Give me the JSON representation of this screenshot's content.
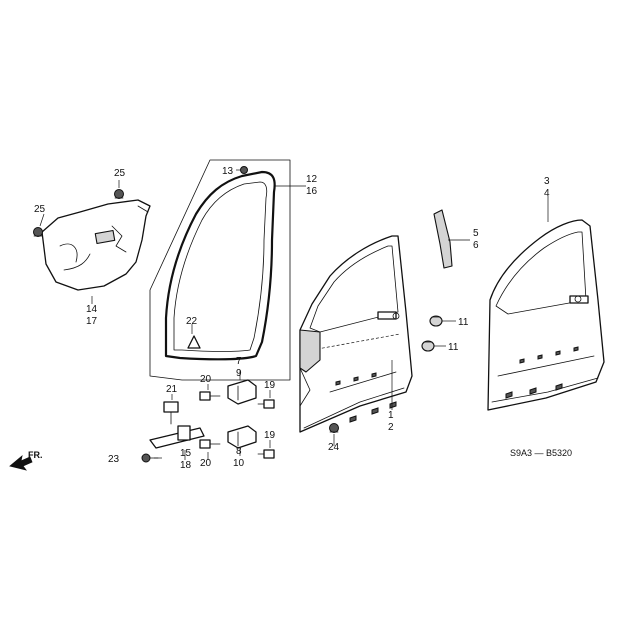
{
  "diagram": {
    "callouts": {
      "c1": "1",
      "c2": "2",
      "c3": "3",
      "c4": "4",
      "c5": "5",
      "c6": "6",
      "c7": "7",
      "c8": "8",
      "c9": "9",
      "c10": "10",
      "c11a": "11",
      "c11b": "11",
      "c12": "12",
      "c13": "13",
      "c14": "14",
      "c15": "15",
      "c16": "16",
      "c17": "17",
      "c18": "18",
      "c19a": "19",
      "c19b": "19",
      "c20a": "20",
      "c20b": "20",
      "c21": "21",
      "c22": "22",
      "c23": "23",
      "c24": "24",
      "c25a": "25",
      "c25b": "25"
    },
    "direction_label": "FR.",
    "diagram_code": "S9A3 — B5320"
  }
}
